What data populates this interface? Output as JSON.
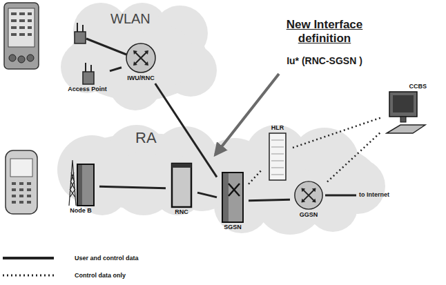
{
  "diagram": {
    "nodes": [
      {
        "text": [
          "WLAN"
        ]
      },
      {
        "text": [
          "Access Point"
        ],
        "in": 0
      },
      {
        "text": [
          "IWU/RNC"
        ],
        "in": 0
      },
      {
        "text": [
          "CCBS"
        ]
      },
      {
        "text": [
          "RA"
        ]
      },
      {
        "text": [
          "Node B"
        ],
        "in": 4
      },
      {
        "text": [
          "RNC"
        ],
        "in": 4
      },
      {
        "text": [
          "HLR"
        ]
      },
      {
        "text": [
          "SGSN"
        ]
      },
      {
        "text": [
          "GGSN"
        ]
      }
    ],
    "edges": [
      {
        "from": 1,
        "to": 2,
        "arrow": "none"
      },
      {
        "from": 2,
        "to": 8,
        "arrow": "none"
      },
      {
        "from": 5,
        "to": 6,
        "arrow": "none"
      },
      {
        "from": 6,
        "to": 8,
        "arrow": "none"
      },
      {
        "from": 8,
        "to": 9,
        "arrow": "none"
      },
      {
        "from": 8,
        "to": 7,
        "arrow": "none"
      },
      {
        "from": 7,
        "to": 3,
        "arrow": "none"
      },
      {
        "from": 9,
        "to": 3,
        "arrow": "none"
      }
    ],
    "labels": [
      "New Interface definition",
      "Iu* (RNC-SGSN )",
      "to Internet"
    ],
    "legend": [
      {
        "text": "User and control data"
      },
      {
        "text": "Control data only"
      }
    ]
  }
}
